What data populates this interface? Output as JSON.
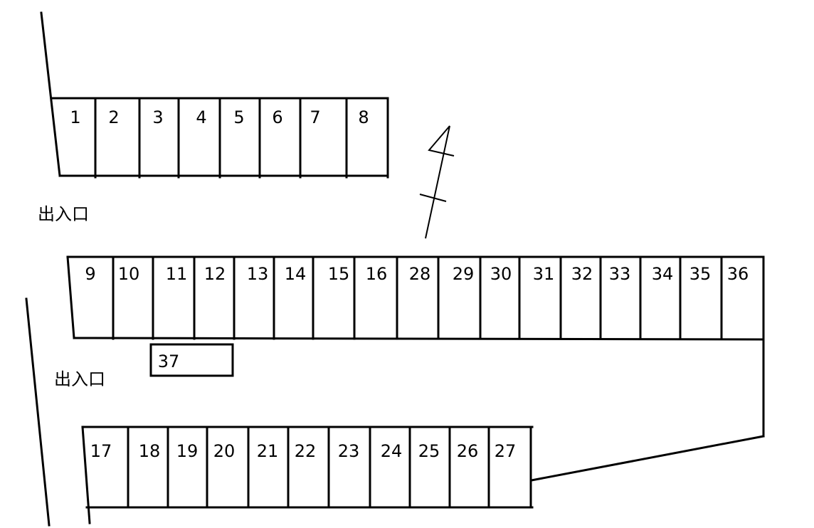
{
  "entrance_label": "出入口",
  "rows": {
    "row_top": [
      "1",
      "2",
      "3",
      "4",
      "5",
      "6",
      "7",
      "8"
    ],
    "row_middle": [
      "9",
      "10",
      "11",
      "12",
      "13",
      "14",
      "15",
      "16",
      "28",
      "29",
      "30",
      "31",
      "32",
      "33",
      "34",
      "35",
      "36"
    ],
    "row_bottom": [
      "17",
      "18",
      "19",
      "20",
      "21",
      "22",
      "23",
      "24",
      "25",
      "26",
      "27"
    ],
    "single": [
      "37"
    ]
  },
  "icons": {
    "north_arrow": "north-arrow-icon"
  }
}
